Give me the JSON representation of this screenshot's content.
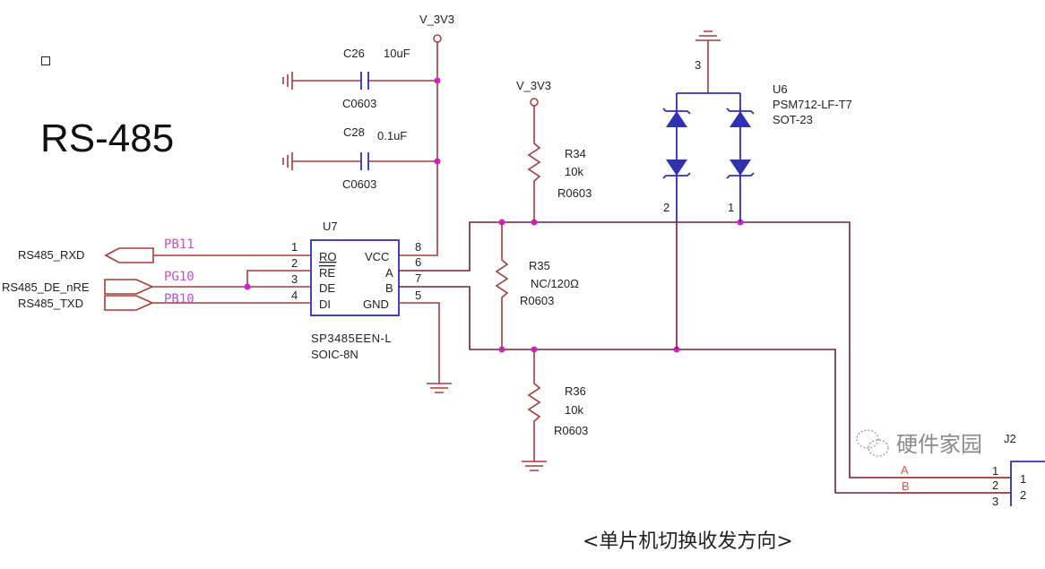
{
  "title": "RS-485",
  "caption": "<单片机切换收发方向>",
  "watermark": "硬件家园",
  "power": {
    "vcc1": "V_3V3",
    "vcc2": "V_3V3"
  },
  "c26": {
    "ref": "C26",
    "value": "10uF",
    "pkg": "C0603"
  },
  "c28": {
    "ref": "C28",
    "value": "0.1uF",
    "pkg": "C0603"
  },
  "r34": {
    "ref": "R34",
    "value": "10k",
    "pkg": "R0603"
  },
  "r35": {
    "ref": "R35",
    "value": "NC/120Ω",
    "pkg": "R0603"
  },
  "r36": {
    "ref": "R36",
    "value": "10k",
    "pkg": "R0603"
  },
  "u6": {
    "ref": "U6",
    "part": "PSM712-LF-T7",
    "pkg": "SOT-23",
    "pins": [
      "3",
      "2",
      "1"
    ]
  },
  "u7": {
    "ref": "U7",
    "part": "SP3485EEN-L",
    "pkg": "SOIC-8N",
    "left_pins": [
      {
        "num": "1",
        "name": "RO"
      },
      {
        "num": "2",
        "name": "RE"
      },
      {
        "num": "3",
        "name": "DE"
      },
      {
        "num": "4",
        "name": "DI"
      }
    ],
    "right_pins": [
      {
        "num": "8",
        "name": "VCC"
      },
      {
        "num": "6",
        "name": "A"
      },
      {
        "num": "7",
        "name": "B"
      },
      {
        "num": "5",
        "name": "GND"
      }
    ]
  },
  "ports": [
    {
      "name": "RS485_RXD",
      "net": "PB11"
    },
    {
      "name": "RS485_DE_nRE",
      "net": "PG10"
    },
    {
      "name": "RS485_TXD",
      "net": "PB10"
    }
  ],
  "j2": {
    "ref": "J2",
    "nets": [
      "A",
      "B"
    ],
    "outer_pins": [
      "1",
      "2",
      "3"
    ],
    "inner_pins": [
      "1",
      "2"
    ]
  }
}
